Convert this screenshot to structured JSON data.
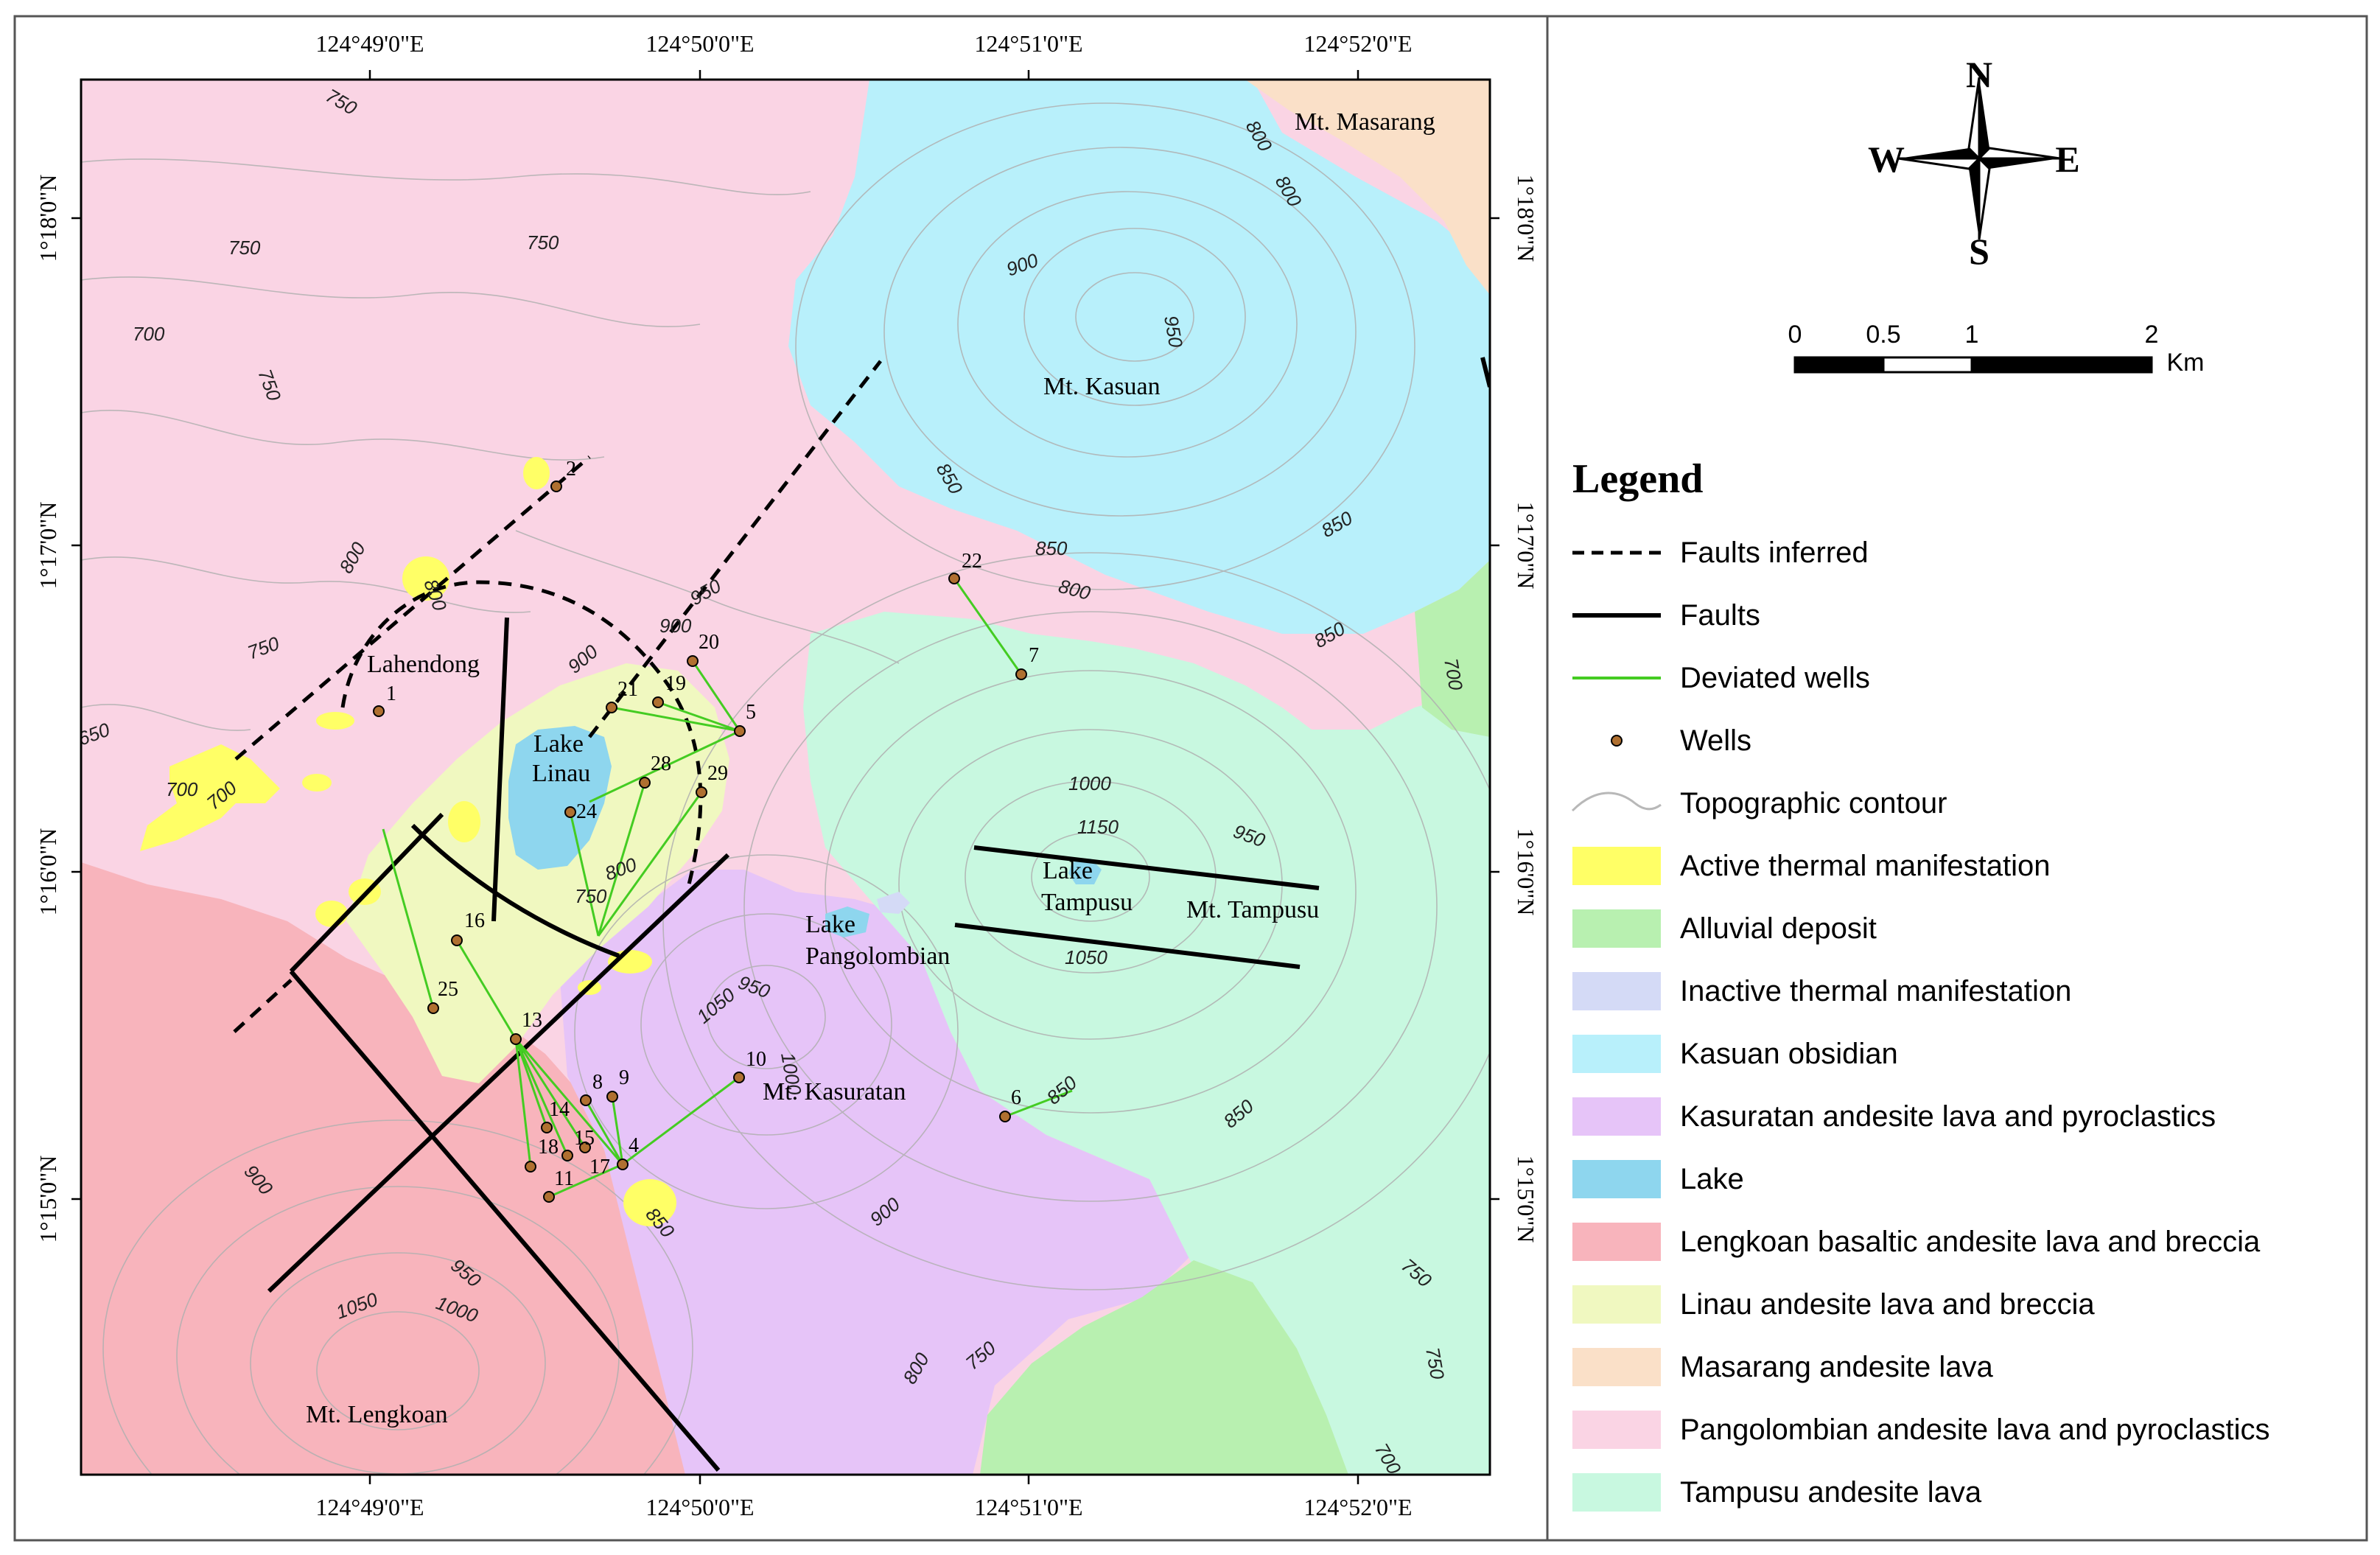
{
  "map": {
    "top_ticks": [
      "124°49'0\"E",
      "124°50'0\"E",
      "124°51'0\"E",
      "124°52'0\"E"
    ],
    "bottom_ticks": [
      "124°49'0\"E",
      "124°50'0\"E",
      "124°51'0\"E",
      "124°52'0\"E"
    ],
    "left_ticks": [
      "1°18'0\"N",
      "1°17'0\"N",
      "1°16'0\"N",
      "1°15'0\"N"
    ],
    "right_ticks": [
      "1°18'0\"N",
      "1°17'0\"N",
      "1°16'0\"N",
      "1°15'0\"N"
    ],
    "place_labels": {
      "masarang": "Mt. Masarang",
      "kasuan": "Mt. Kasuan",
      "lahendong": "Lahendong",
      "lake_linau_1": "Lake",
      "lake_linau_2": "Linau",
      "lake_pangolombian_1": "Lake",
      "lake_pangolombian_2": "Pangolombian",
      "lake_tampusu_1": "Lake",
      "lake_tampusu_2": "Tampusu",
      "tampusu": "Mt. Tampusu",
      "kasuratan": "Mt. Kasuratan",
      "lengkoan": "Mt. Lengkoan"
    },
    "contour_labels": [
      "750",
      "750",
      "750",
      "750",
      "700",
      "650",
      "700",
      "700",
      "800",
      "800",
      "750",
      "800",
      "800",
      "900",
      "950",
      "850",
      "850",
      "800",
      "900",
      "950",
      "900",
      "850",
      "850",
      "800",
      "750",
      "700",
      "1000",
      "1150",
      "950",
      "1050",
      "950",
      "1050",
      "1000",
      "900",
      "850",
      "800",
      "750",
      "750",
      "750",
      "700",
      "900",
      "950",
      "1000",
      "1050",
      "850",
      "850"
    ],
    "wells": [
      {
        "id": "2"
      },
      {
        "id": "1"
      },
      {
        "id": "22"
      },
      {
        "id": "7"
      },
      {
        "id": "20"
      },
      {
        "id": "19"
      },
      {
        "id": "21"
      },
      {
        "id": "5"
      },
      {
        "id": "28"
      },
      {
        "id": "29"
      },
      {
        "id": "24"
      },
      {
        "id": "16"
      },
      {
        "id": "25"
      },
      {
        "id": "13"
      },
      {
        "id": "8"
      },
      {
        "id": "9"
      },
      {
        "id": "14"
      },
      {
        "id": "18"
      },
      {
        "id": "15"
      },
      {
        "id": "17"
      },
      {
        "id": "4"
      },
      {
        "id": "11"
      },
      {
        "id": "10"
      },
      {
        "id": "6"
      }
    ]
  },
  "compass": {
    "n": "N",
    "s": "S",
    "e": "E",
    "w": "W"
  },
  "scale": {
    "labels": [
      "0",
      "0.5",
      "1",
      "2"
    ],
    "unit": "Km"
  },
  "legend": {
    "title": "Legend",
    "items": [
      {
        "label": "Faults inferred",
        "kind": "dash",
        "color": "#000000"
      },
      {
        "label": "Faults",
        "kind": "line",
        "color": "#000000"
      },
      {
        "label": "Deviated wells",
        "kind": "line",
        "color": "#44cc22"
      },
      {
        "label": "Wells",
        "kind": "dot",
        "color": "#b07030"
      },
      {
        "label": "Topographic contour",
        "kind": "curve",
        "color": "#b8b8b8"
      },
      {
        "label": "Active thermal manifestation",
        "kind": "fill",
        "color": "#ffff66"
      },
      {
        "label": "Alluvial deposit",
        "kind": "fill",
        "color": "#b8f0b0"
      },
      {
        "label": "Inactive thermal manifestation",
        "kind": "fill",
        "color": "#d4daf6"
      },
      {
        "label": "Kasuan obsidian",
        "kind": "fill",
        "color": "#b8f0fb"
      },
      {
        "label": "Kasuratan andesite lava and pyroclastics",
        "kind": "fill",
        "color": "#e6c4f8"
      },
      {
        "label": "Lake",
        "kind": "fill",
        "color": "#8ed6ee"
      },
      {
        "label": "Lengkoan basaltic andesite lava and breccia",
        "kind": "fill",
        "color": "#f8b4bc"
      },
      {
        "label": "Linau andesite lava and breccia",
        "kind": "fill",
        "color": "#f0f8c0"
      },
      {
        "label": "Masarang andesite lava",
        "kind": "fill",
        "color": "#fae0c8"
      },
      {
        "label": "Pangolombian andesite lava and pyroclastics",
        "kind": "fill",
        "color": "#fad4e4"
      },
      {
        "label": "Tampusu andesite lava",
        "kind": "fill",
        "color": "#c8f8e0"
      }
    ]
  }
}
